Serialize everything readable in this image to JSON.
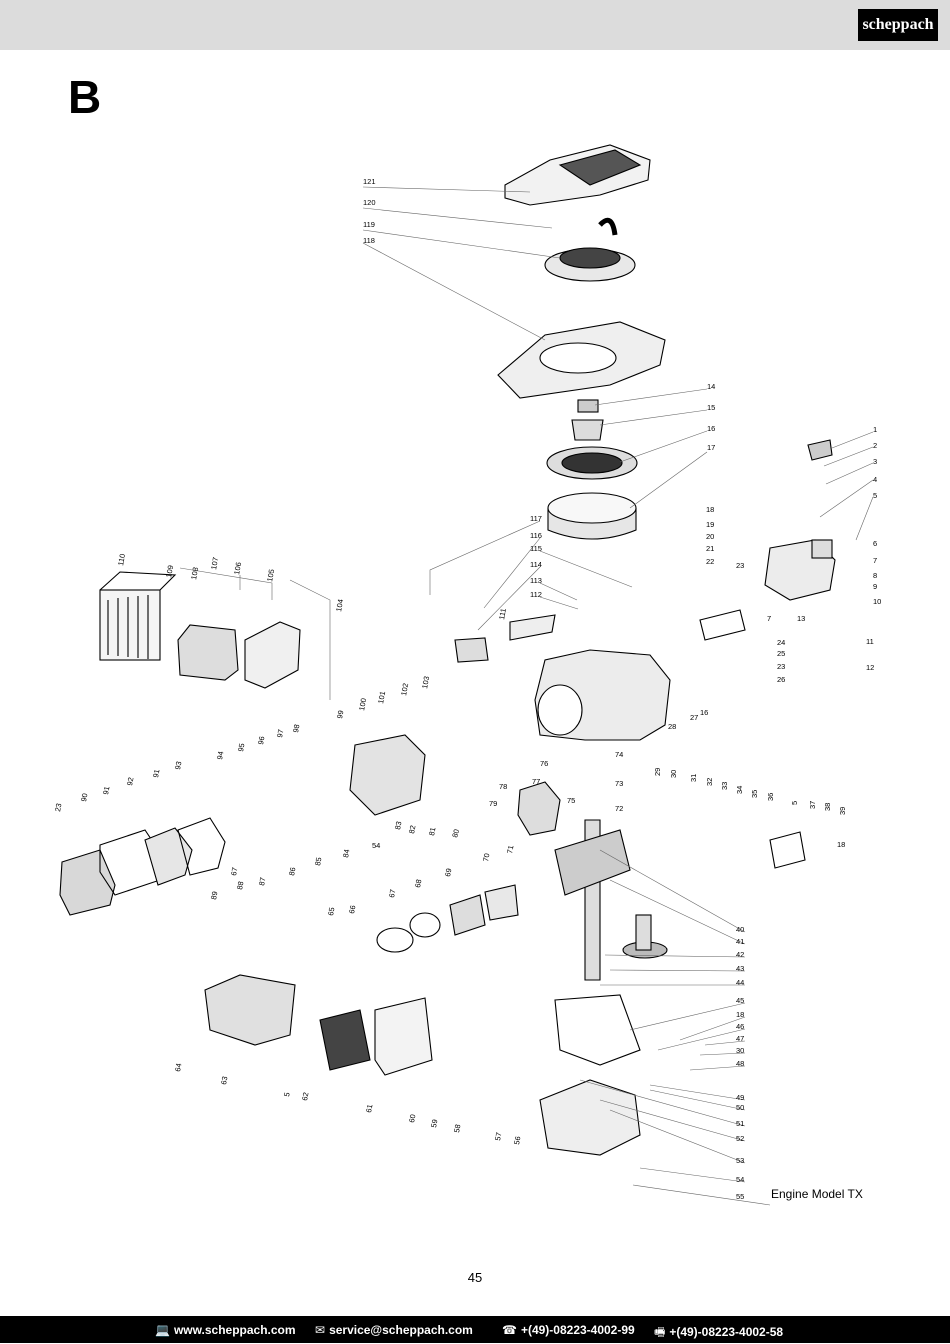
{
  "header": {
    "brand": "scheppach"
  },
  "section_letter": "B",
  "caption": "Engine Model TX",
  "page_number": "45",
  "footer": {
    "website": "www.scheppach.com",
    "email": "service@scheppach.com",
    "phone": "+(49)-08223-4002-99",
    "fax": "+(49)-08223-4002-58"
  },
  "labels": {
    "l1": "1",
    "l2": "2",
    "l3": "3",
    "l4": "4",
    "l5": "5",
    "l6": "6",
    "l7": "7",
    "l8": "8",
    "l9": "9",
    "l10": "10",
    "l11": "11",
    "l12": "12",
    "l13": "13",
    "l14": "14",
    "l15": "15",
    "l16": "16",
    "l16b": "16",
    "l17": "17",
    "l18": "18",
    "l18b": "18",
    "l18c": "18",
    "l19": "19",
    "l20": "20",
    "l21": "21",
    "l22": "22",
    "l23": "23",
    "l23b": "23",
    "l23c": "23",
    "l24": "24",
    "l25": "25",
    "l26": "26",
    "l27": "27",
    "l28": "28",
    "l29": "29",
    "l30": "30",
    "l30b": "30",
    "l31": "31",
    "l32": "32",
    "l33": "33",
    "l34": "34",
    "l35": "35",
    "l36": "36",
    "l37": "37",
    "l38": "38",
    "l39": "39",
    "l40": "40",
    "l41": "41",
    "l42": "42",
    "l43": "43",
    "l44": "44",
    "l45": "45",
    "l46": "46",
    "l47": "47",
    "l48": "48",
    "l49": "49",
    "l50": "50",
    "l51": "51",
    "l52": "52",
    "l53": "53",
    "l54": "54",
    "l54b": "54",
    "l55": "55",
    "l56": "56",
    "l57": "57",
    "l58": "58",
    "l59": "59",
    "l60": "60",
    "l61": "61",
    "l62": "62",
    "l63": "63",
    "l64": "64",
    "l65": "65",
    "l66": "66",
    "l67": "67",
    "l67b": "67",
    "l68": "68",
    "l69": "69",
    "l70": "70",
    "l71": "71",
    "l72": "72",
    "l73": "73",
    "l74": "74",
    "l75": "75",
    "l76": "76",
    "l77": "77",
    "l78": "78",
    "l79": "79",
    "l80": "80",
    "l81": "81",
    "l82": "82",
    "l83": "83",
    "l84": "84",
    "l85": "85",
    "l86": "86",
    "l87": "87",
    "l88": "88",
    "l89": "89",
    "l90": "90",
    "l91": "91",
    "l91b": "91",
    "l92": "92",
    "l93": "93",
    "l94": "94",
    "l95": "95",
    "l96": "96",
    "l97": "97",
    "l98": "98",
    "l99": "99",
    "l100": "100",
    "l101": "101",
    "l102": "102",
    "l103": "103",
    "l104": "104",
    "l105": "105",
    "l106": "106",
    "l107": "107",
    "l108": "108",
    "l109": "109",
    "l110": "110",
    "l111": "111",
    "l112": "112",
    "l113": "113",
    "l114": "114",
    "l115": "115",
    "l116": "116",
    "l117": "117",
    "l118": "118",
    "l119": "119",
    "l120": "120",
    "l121": "121",
    "l5b": "5",
    "l5c": "5",
    "l7b": "7"
  }
}
